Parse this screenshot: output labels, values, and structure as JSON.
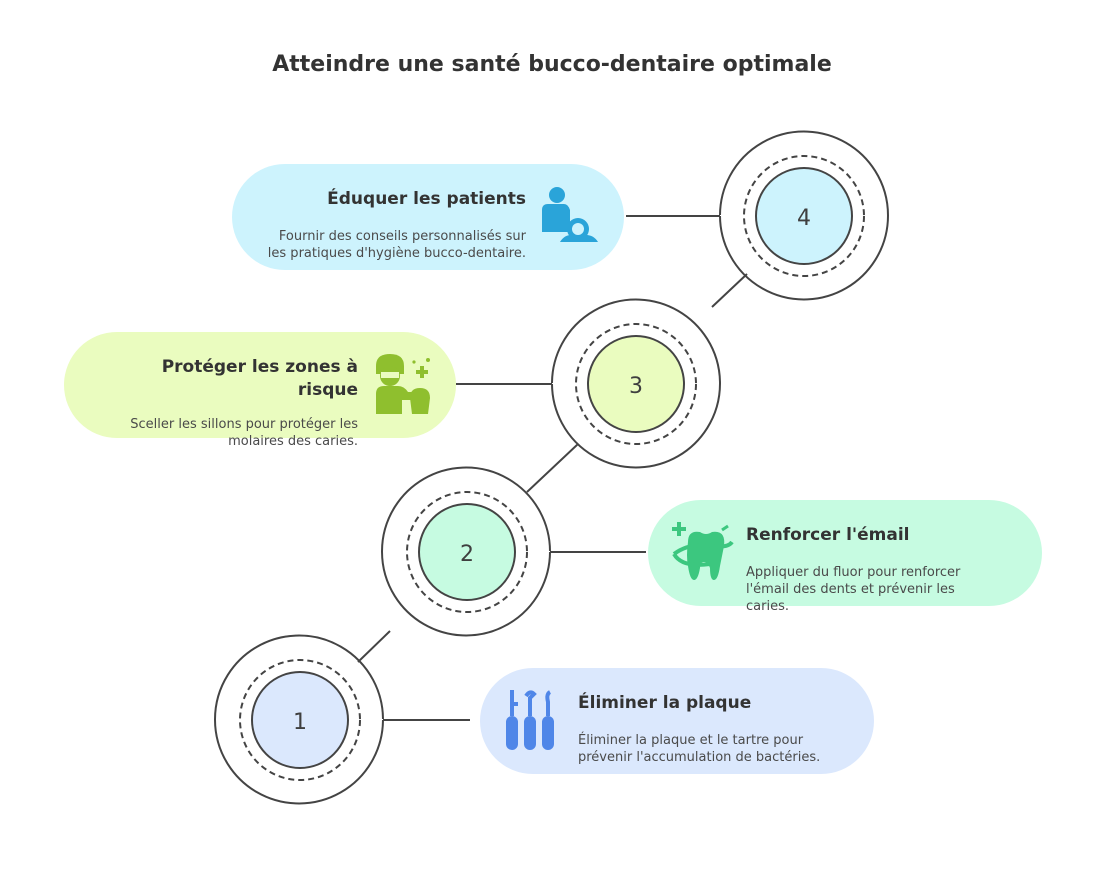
{
  "title": "Atteindre une santé bucco-dentaire optimale",
  "steps": [
    {
      "number": "1",
      "title": "Éliminer la plaque",
      "description": "Éliminer la plaque et le tartre pour prévenir l'accumulation de bactéries.",
      "icon": "dental-tools-icon",
      "color": "#dbe8fd",
      "icon_color": "#4f86e8"
    },
    {
      "number": "2",
      "title": "Renforcer l'émail",
      "description": "Appliquer du fluor pour renforcer l'émail des dents et prévenir les caries.",
      "icon": "tooth-shield-icon",
      "color": "#c6fbe1",
      "icon_color": "#3cc77f"
    },
    {
      "number": "3",
      "title": "Protéger les zones à risque",
      "description": "Sceller les sillons pour protéger les molaires des caries.",
      "icon": "dentist-care-icon",
      "color": "#eafcbf",
      "icon_color": "#8fbf2e"
    },
    {
      "number": "4",
      "title": "Éduquer les patients",
      "description": "Fournir des conseils personnalisés sur les pratiques d'hygiène bucco-dentaire.",
      "icon": "patient-education-icon",
      "color": "#cdf3fd",
      "icon_color": "#2aa4d9"
    }
  ]
}
